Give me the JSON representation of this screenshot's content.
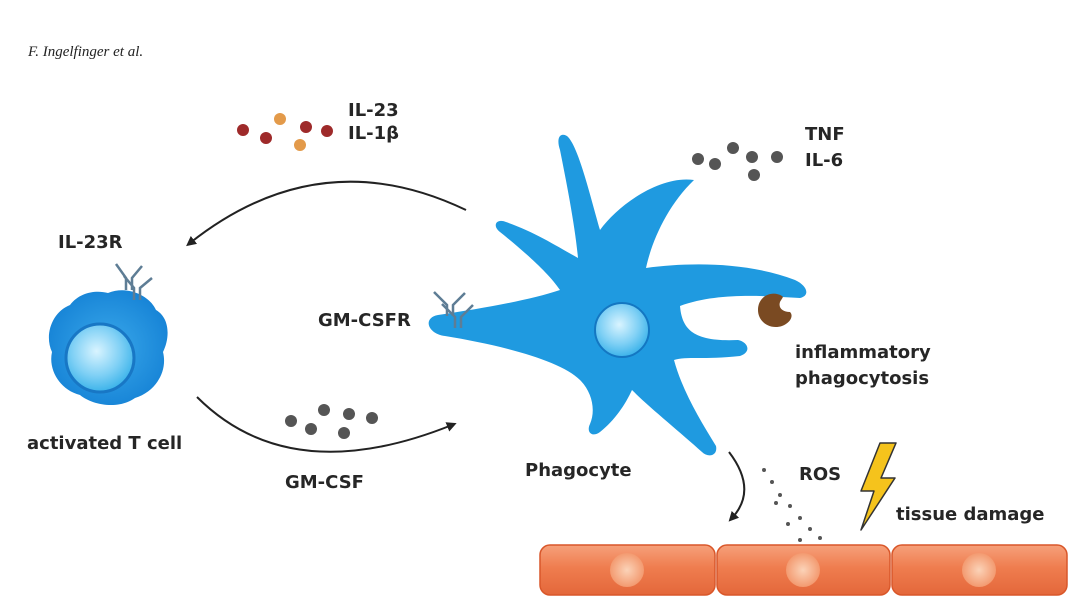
{
  "header": {
    "authors": "F. Ingelfinger et al."
  },
  "labels": {
    "il23": "IL-23",
    "il1b": "IL-1β",
    "tnf": "TNF",
    "il6": "IL-6",
    "il23r": "IL-23R",
    "gmcsfr": "GM-CSFR",
    "activated_t_cell": "activated T cell",
    "gmcsf": "GM-CSF",
    "phagocyte": "Phagocyte",
    "inflammatory": "inflammatory",
    "phagocytosis": "phagocytosis",
    "ros": "ROS",
    "tissue_damage": "tissue damage"
  },
  "colors": {
    "cell_blue": "#1f9ae0",
    "nucleus": "#7fd0f5",
    "dark_dot": "#555555",
    "red_dot": "#9e2a2a",
    "orange_dot": "#e39a4a",
    "tissue": "#ef7d4f",
    "bolt": "#f5c31c",
    "particle": "#7a4a22"
  }
}
